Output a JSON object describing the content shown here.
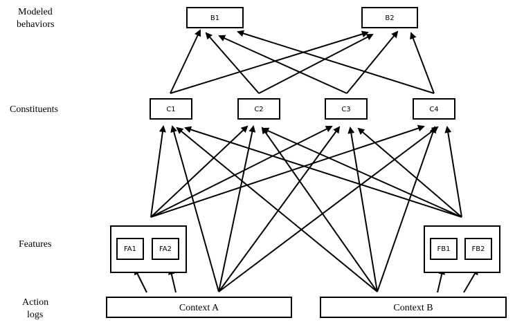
{
  "row_labels": {
    "behaviors_line1": "Modeled",
    "behaviors_line2": "behaviors",
    "constituents": "Constituents",
    "features": "Features",
    "logs_line1": "Action",
    "logs_line2": "logs"
  },
  "behaviors": {
    "b1": "B1",
    "b2": "B2"
  },
  "constituents": {
    "c1": "C1",
    "c2": "C2",
    "c3": "C3",
    "c4": "C4"
  },
  "features": {
    "fa1": "FA1",
    "fa2": "FA2",
    "fb1": "FB1",
    "fb2": "FB2"
  },
  "contexts": {
    "a": "Context A",
    "b": "Context B"
  },
  "colors": {
    "line": "#000000",
    "background": "#ffffff"
  }
}
